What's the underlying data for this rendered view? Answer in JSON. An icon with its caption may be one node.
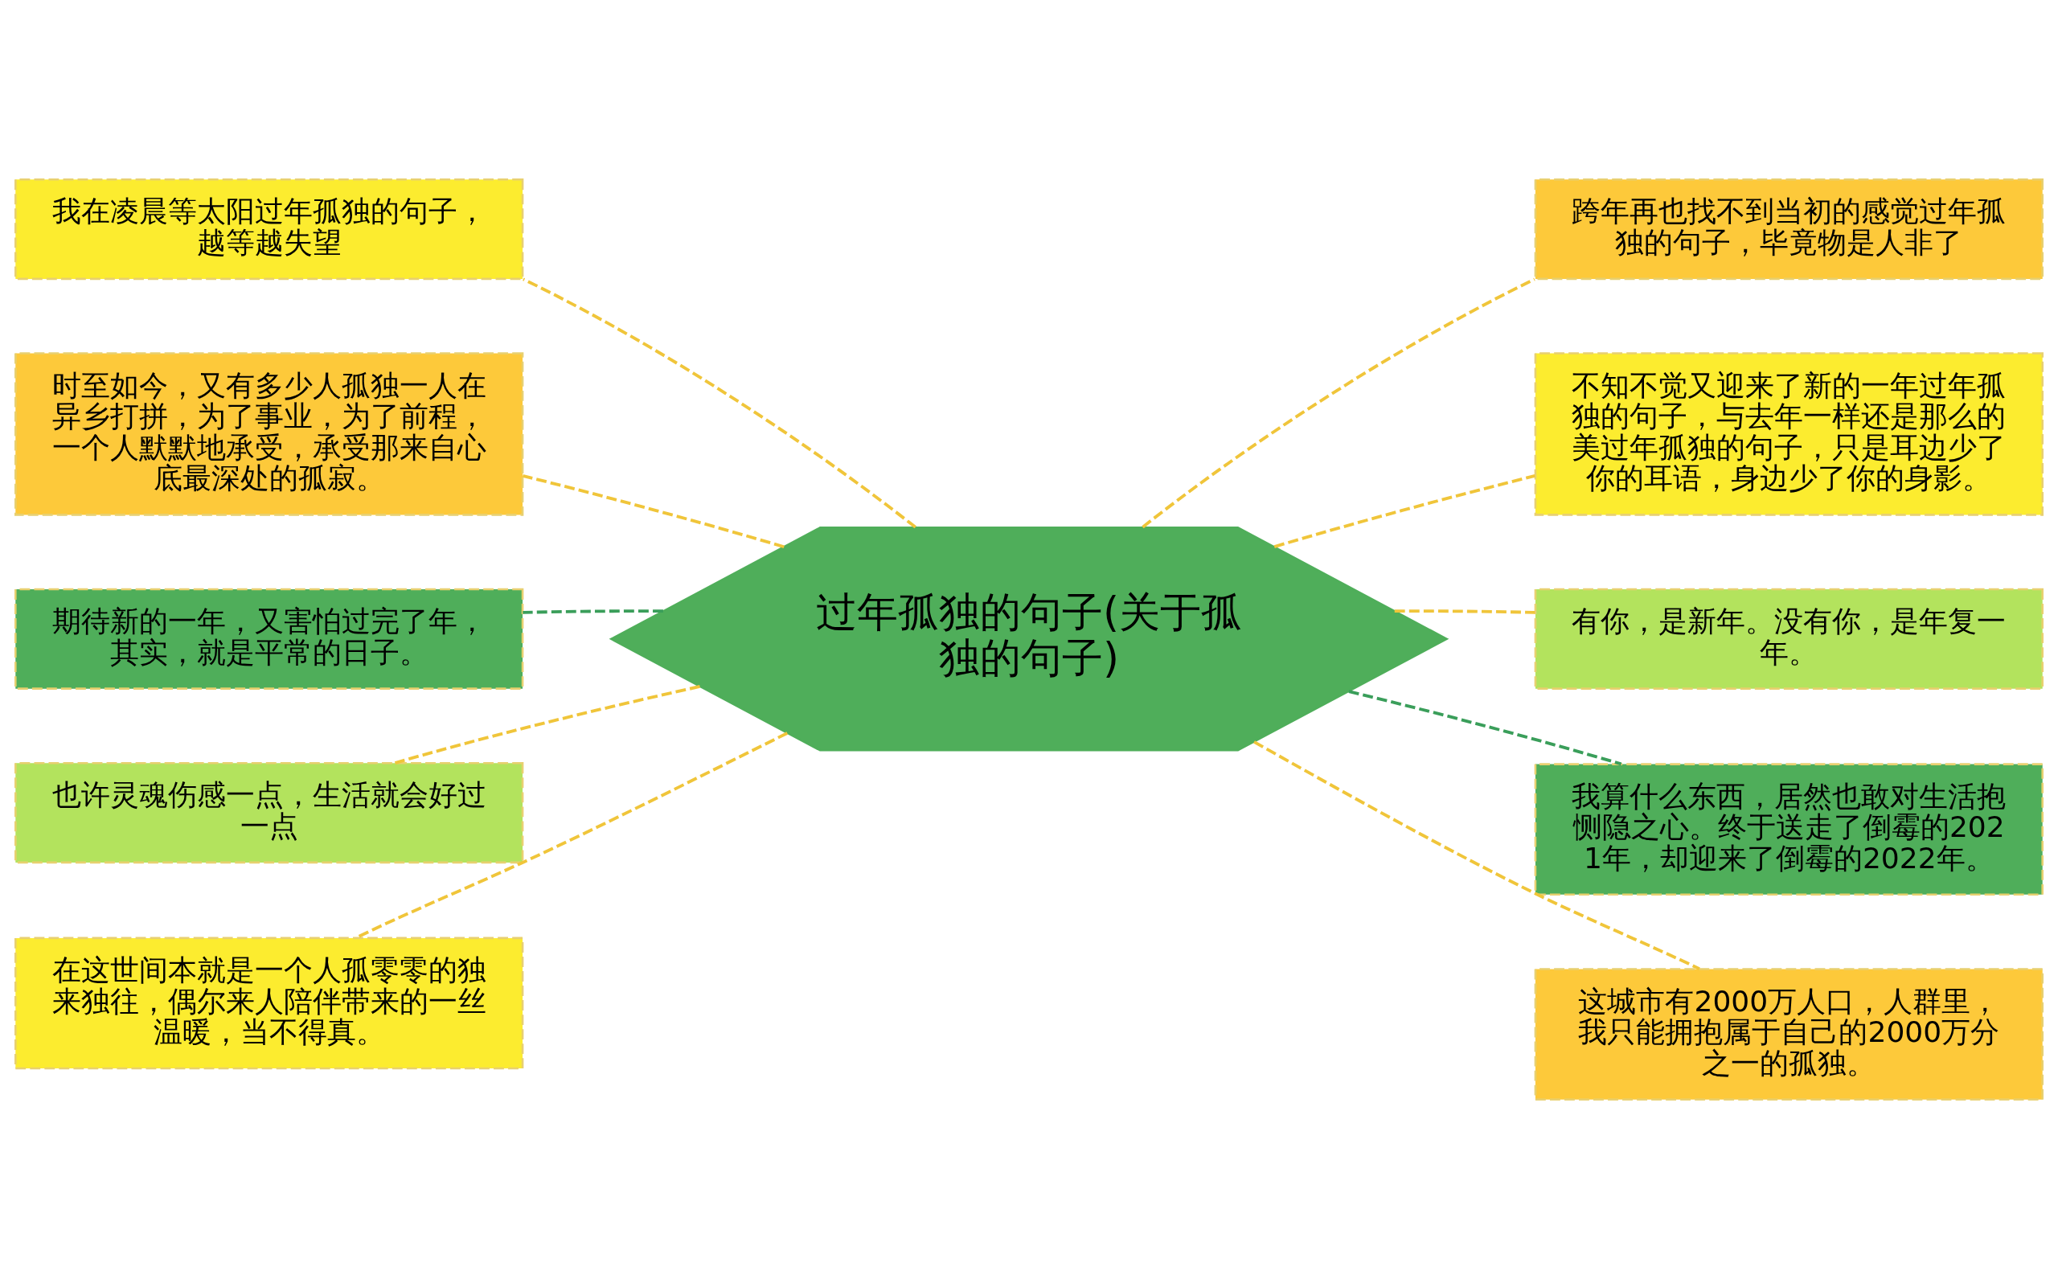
{
  "diagram": {
    "nodes": [
      {
        "text": [
          "过年孤独的句子(关于孤独的句子)"
        ]
      },
      {
        "text": [
          "我在凌晨等太阳过年孤独的句子，越等越失望"
        ]
      },
      {
        "text": [
          "时至如今，又有多少人孤独一人在异乡打拼，为了事业，为了前程，一个人默默地承受，承受那来自心底最深处的孤寂。"
        ]
      },
      {
        "text": [
          "期待新的一年，又害怕过完了年，其实，就是平常的日子。"
        ]
      },
      {
        "text": [
          "也许灵魂伤感一点，生活就会好过一点"
        ]
      },
      {
        "text": [
          "在这世间本就是一个人孤零零的独来独往，偶尔来人陪伴带来的一丝温暖，当不得真。"
        ]
      },
      {
        "text": [
          "跨年再也找不到当初的感觉过年孤独的句子，毕竟物是人非了"
        ]
      },
      {
        "text": [
          "不知不觉又迎来了新的一年过年孤独的句子，与去年一样还是那么的美过年孤独的句子，只是耳边少了你的耳语，身边少了你的身影。"
        ]
      },
      {
        "text": [
          "有你，是新年。没有你，是年复一年。"
        ]
      },
      {
        "text": [
          "我算什么东西，居然也敢对生活抱恻隐之心。终于送走了倒霉的2021年，却迎来了倒霉的2022年。"
        ]
      },
      {
        "text": [
          "这城市有2000万人口，人群里，我只能拥抱属于自己的2000万分之一的孤独。"
        ]
      }
    ],
    "edges": [
      {
        "from": 0,
        "to": 1,
        "arrow": "none",
        "style": "dashed"
      },
      {
        "from": 0,
        "to": 2,
        "arrow": "none",
        "style": "dashed"
      },
      {
        "from": 0,
        "to": 3,
        "arrow": "none",
        "style": "dashed",
        "color": "#3a9e5a"
      },
      {
        "from": 0,
        "to": 4,
        "arrow": "none",
        "style": "dashed"
      },
      {
        "from": 0,
        "to": 5,
        "arrow": "none",
        "style": "dashed"
      },
      {
        "from": 0,
        "to": 6,
        "arrow": "none",
        "style": "dashed"
      },
      {
        "from": 0,
        "to": 7,
        "arrow": "none",
        "style": "dashed"
      },
      {
        "from": 0,
        "to": 8,
        "arrow": "none",
        "style": "dashed"
      },
      {
        "from": 0,
        "to": 9,
        "arrow": "none",
        "style": "dashed",
        "color": "#3a9e5a"
      },
      {
        "from": 0,
        "to": 10,
        "arrow": "none",
        "style": "dashed"
      }
    ]
  }
}
